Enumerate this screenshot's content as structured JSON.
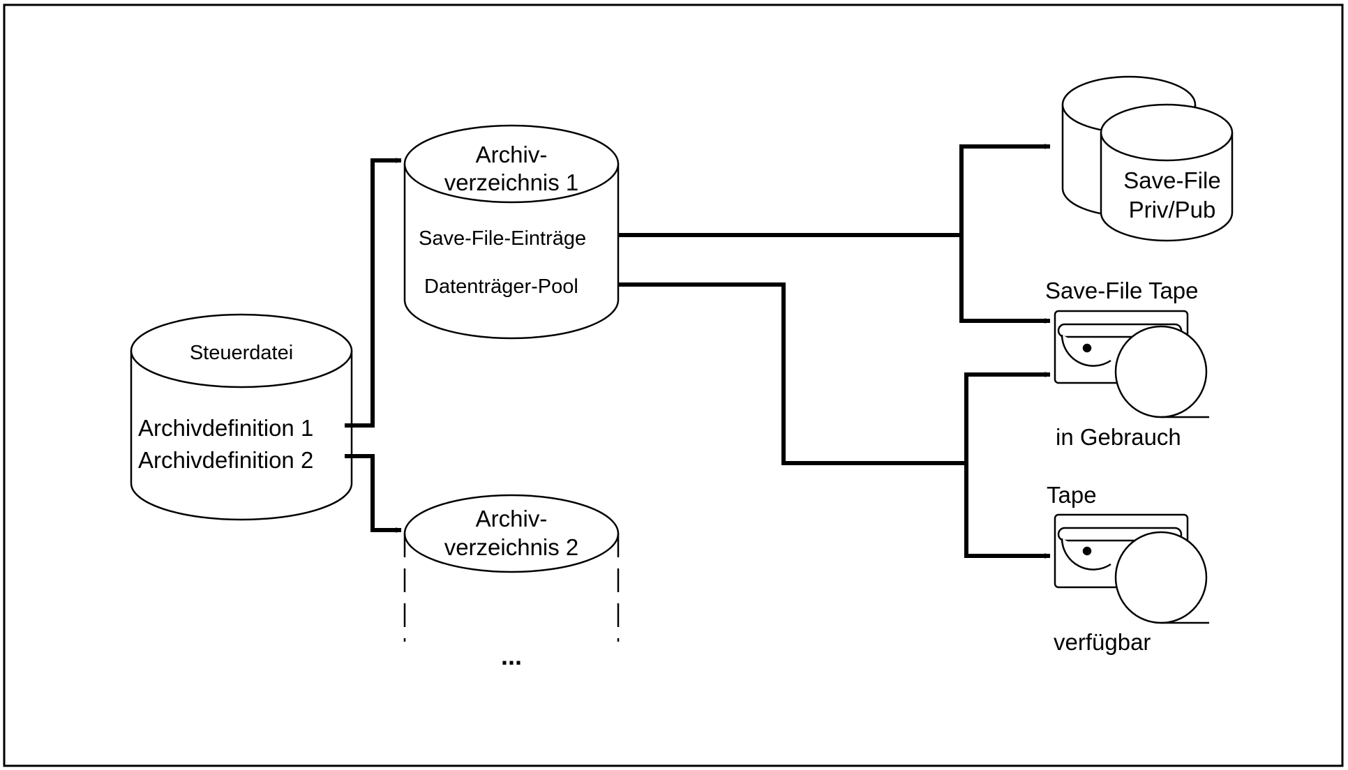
{
  "steuerdatei": {
    "title": "Steuerdatei",
    "entry1": "Archivdefinition 1",
    "entry2": "Archivdefinition 2"
  },
  "archiv1": {
    "title_line1": "Archiv-",
    "title_line2": "verzeichnis 1",
    "entry_savefile": "Save-File-Einträge",
    "entry_pool": "Datenträger-Pool"
  },
  "archiv2": {
    "title_line1": "Archiv-",
    "title_line2": "verzeichnis 2",
    "ellipsis": "..."
  },
  "savefile_disk": {
    "line1": "Save-File",
    "line2": "Priv/Pub"
  },
  "tape_in_use": {
    "label": "Save-File Tape",
    "status": "in Gebrauch"
  },
  "tape_available": {
    "label": "Tape",
    "status": "verfügbar"
  },
  "icons": [
    "database-cylinder-icon",
    "disk-pair-icon",
    "tape-reel-icon",
    "arrow-icon"
  ],
  "colors": {
    "stroke": "#000000",
    "background": "#ffffff"
  }
}
